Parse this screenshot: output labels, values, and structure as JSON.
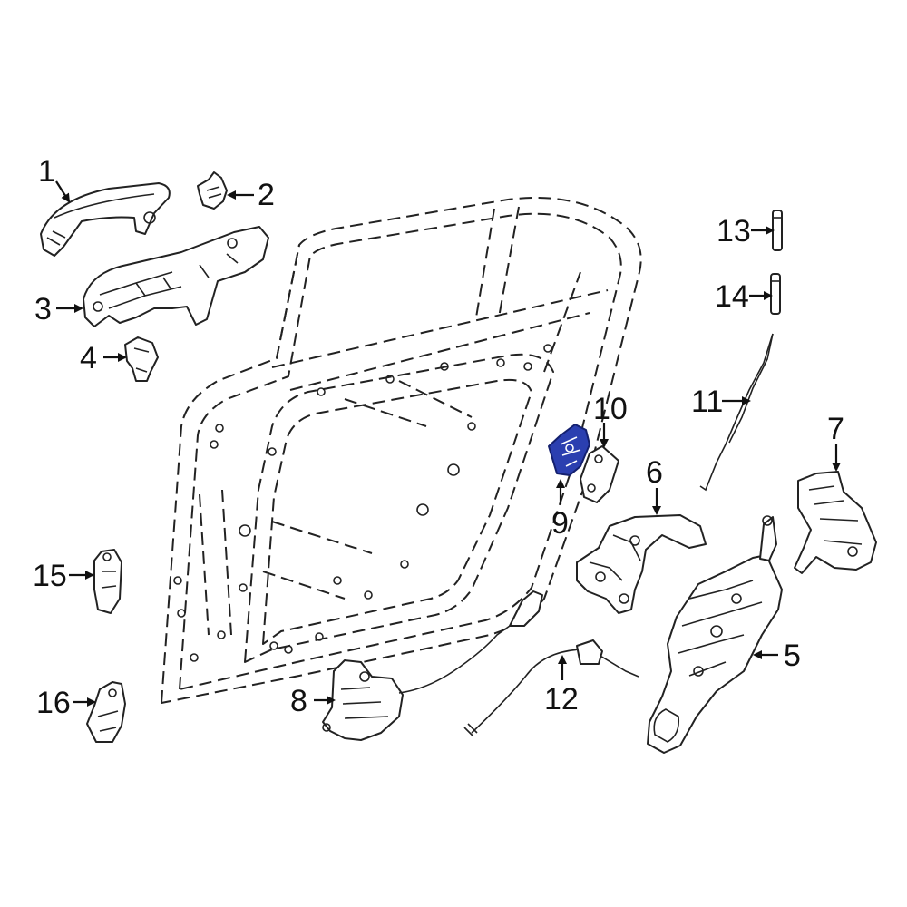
{
  "colors": {
    "highlight_fill": "#2b3fb0",
    "highlight_stroke": "#14206e",
    "line": "#222222",
    "background": "#ffffff"
  },
  "callouts": {
    "c1": "1",
    "c2": "2",
    "c3": "3",
    "c4": "4",
    "c5": "5",
    "c6": "6",
    "c7": "7",
    "c8": "8",
    "c9": "9",
    "c10": "10",
    "c11": "11",
    "c12": "12",
    "c13": "13",
    "c14": "14",
    "c15": "15",
    "c16": "16"
  },
  "highlighted_part": "9"
}
